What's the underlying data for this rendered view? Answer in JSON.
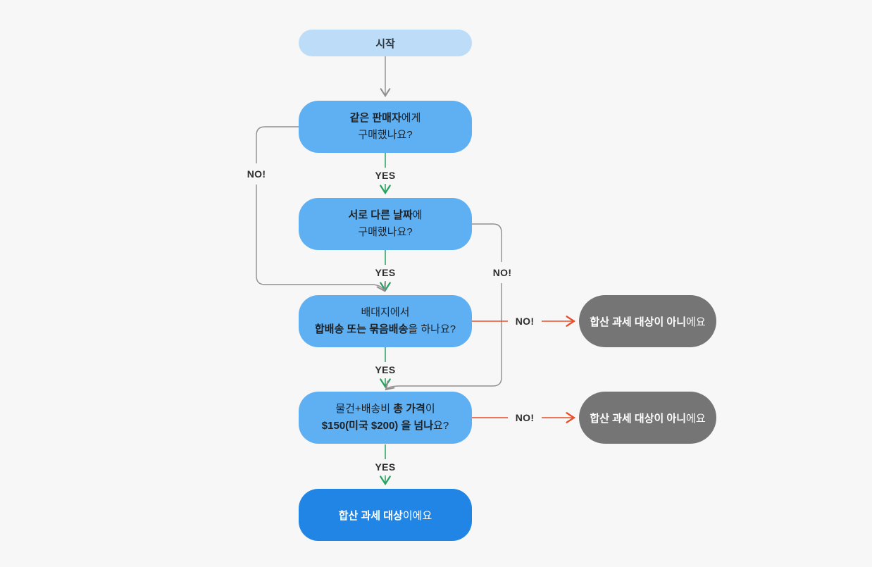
{
  "page": {
    "background": "#f7f7f8",
    "type": "flowchart",
    "language": "ko",
    "topic": "합산 과세 대상 판별 순서도"
  },
  "colors": {
    "start_fill": "#bcdcf7",
    "question_fill": "#5fb0f2",
    "result_negative_fill": "#757575",
    "result_positive_fill": "#2085e4",
    "yes_edge": "#27a35f",
    "no_edge_red": "#e84e28",
    "neutral_edge": "#8f8f8f"
  },
  "labels": {
    "yes": "YES",
    "no": "NO!"
  },
  "nodes": {
    "start": {
      "text": "시작"
    },
    "q_same_seller": {
      "line1_bold": "같은 판매자",
      "line1_rest": "에게",
      "line2": "구매했나요?"
    },
    "q_different_dates": {
      "line1_bold": "서로 다른 날짜",
      "line1_rest": "에",
      "line2": "구매했나요?"
    },
    "q_combined_shipping": {
      "line1": "배대지에서",
      "line2_bold": "합배송 또는 묶음배송",
      "line2_rest": "을 하나요?"
    },
    "q_total_price": {
      "line1_pre": "물건+배송비 ",
      "line1_bold": "총 가격",
      "line1_rest": "이",
      "line2_bold": "$150(미국 $200) 을 넘나",
      "line2_rest": "요?"
    },
    "result_not_taxed_1": {
      "bold": "합산 과세 대상이 아니",
      "rest": "에요"
    },
    "result_not_taxed_2": {
      "bold": "합산 과세 대상이 아니",
      "rest": "에요"
    },
    "result_taxed": {
      "bold": "합산 과세 대상",
      "rest": "이에요"
    }
  }
}
